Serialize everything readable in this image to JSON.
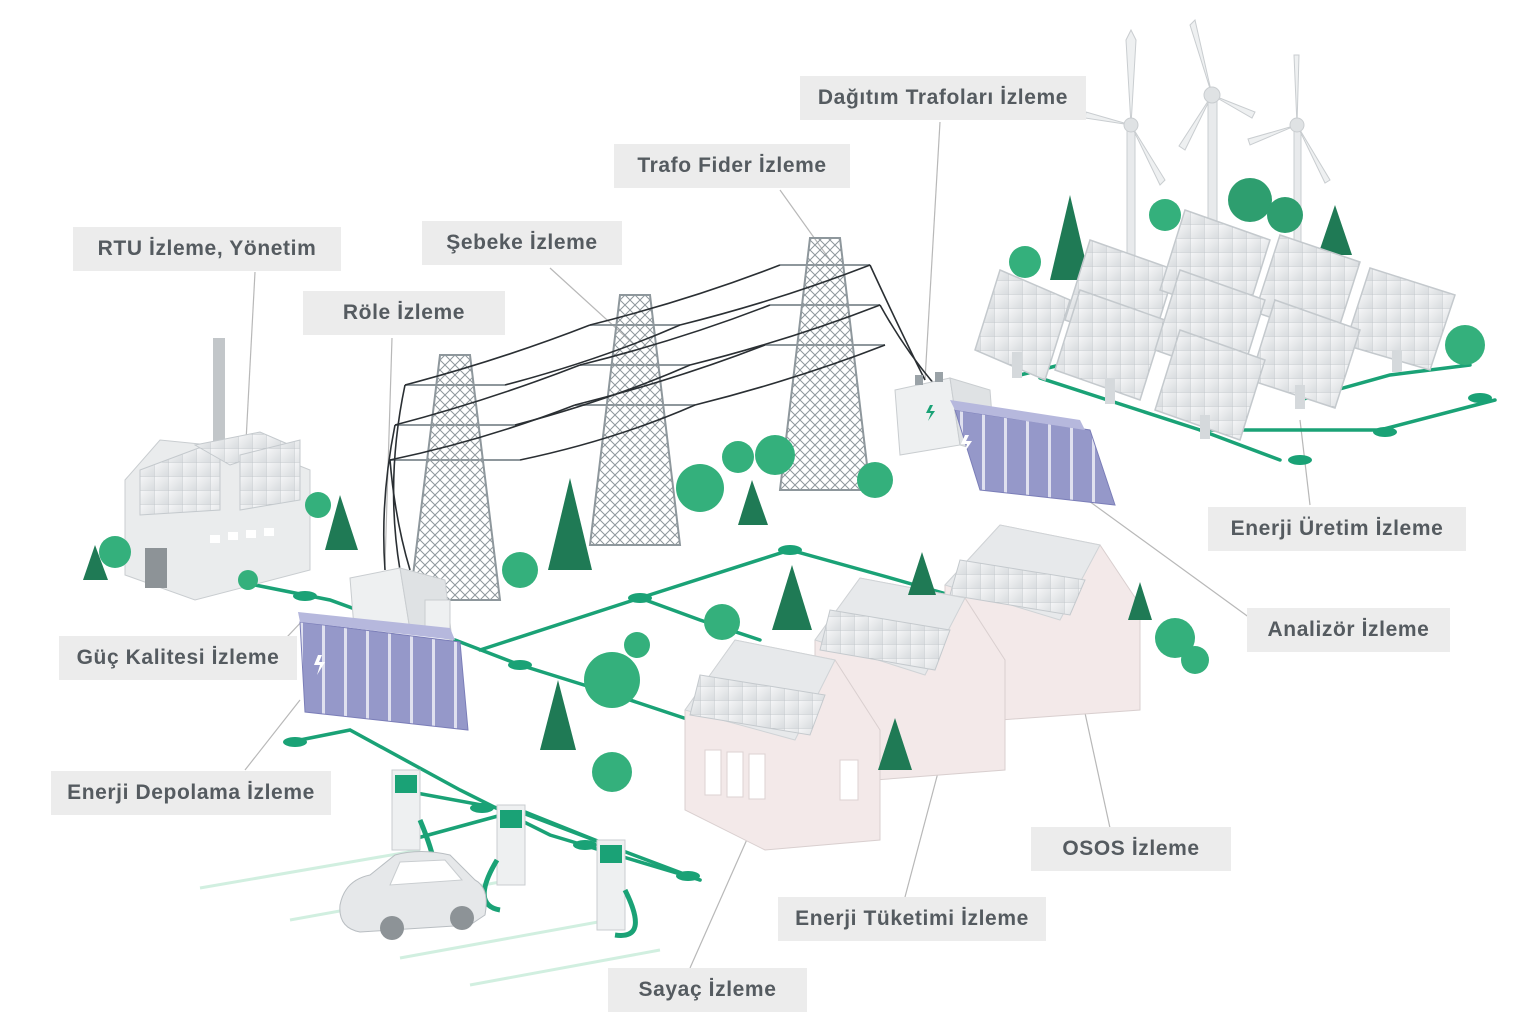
{
  "colors": {
    "network_line": "#1aa276",
    "label_bg": "#ececec",
    "label_text": "#555b60",
    "tree_dark": "#1f7a55",
    "tree_light": "#34b07c",
    "battery": "#8b8ec4",
    "tower": "#8e979c"
  },
  "labels": {
    "rtu": "RTU İzleme, Yönetim",
    "role": "Röle İzleme",
    "sebeke": "Şebeke İzleme",
    "trafo_fider": "Trafo Fider İzleme",
    "dagitim_trafolari": "Dağıtım Trafoları İzleme",
    "enerji_uretim": "Enerji Üretim İzleme",
    "analizor": "Analizör İzleme",
    "guc_kalitesi": "Güç Kalitesi İzleme",
    "enerji_depolama": "Enerji Depolama İzleme",
    "osos": "OSOS İzleme",
    "enerji_tuketimi": "Enerji Tüketimi İzleme",
    "sayac": "Sayaç İzleme"
  },
  "icons": {
    "factory": "factory-icon",
    "tower": "transmission-tower-icon",
    "solar": "solar-panel-icon",
    "wind": "wind-turbine-icon",
    "battery": "battery-storage-icon",
    "charger": "ev-charger-icon",
    "car": "electric-car-icon",
    "house": "house-icon",
    "tree": "tree-icon",
    "transformer": "transformer-icon"
  }
}
